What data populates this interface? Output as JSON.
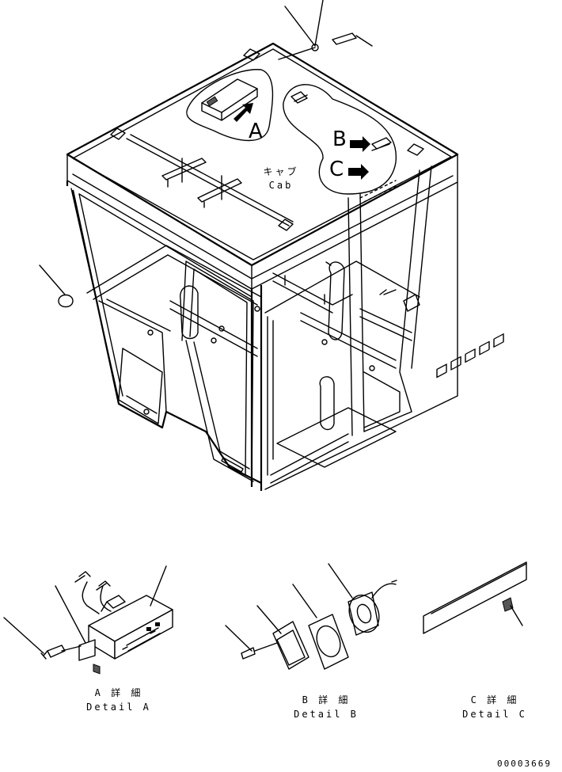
{
  "cab_label": {
    "jp": "キャブ",
    "en": "Cab"
  },
  "callouts": {
    "a": "A",
    "b": "B",
    "c": "C"
  },
  "details": [
    {
      "jp": "A 詳 細",
      "en": "Detail A"
    },
    {
      "jp": "B 詳 細",
      "en": "Detail B"
    },
    {
      "jp": "C 詳 細",
      "en": "Detail C"
    }
  ],
  "drawing_number": "00003669"
}
